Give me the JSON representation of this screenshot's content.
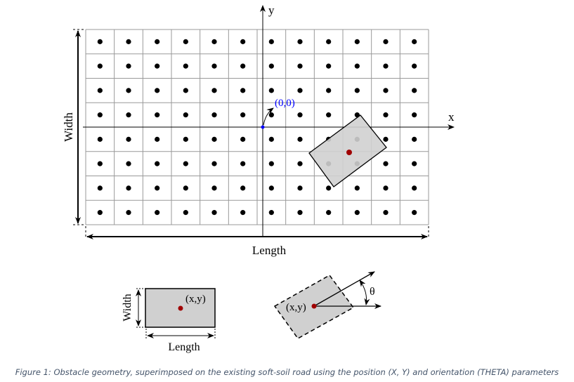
{
  "diagram": {
    "axis_x_label": "x",
    "axis_y_label": "y",
    "origin_label": "(0,0)",
    "width_label": "Width",
    "length_label": "Length",
    "grid_rows": 8,
    "grid_cols": 12,
    "obstacle_center_color": "#a00000",
    "origin_color": "#0000ff",
    "obstacle_fill": "#d0d0d0"
  },
  "detail_left": {
    "width_label": "Width",
    "length_label": "Length",
    "point_label": "(x,y)"
  },
  "detail_right": {
    "point_label": "(x,y)",
    "angle_label": "θ"
  },
  "caption": "Figure 1: Obstacle geometry, superimposed on the existing soft-soil road using the position (X, Y) and orientation (THETA) parameters"
}
